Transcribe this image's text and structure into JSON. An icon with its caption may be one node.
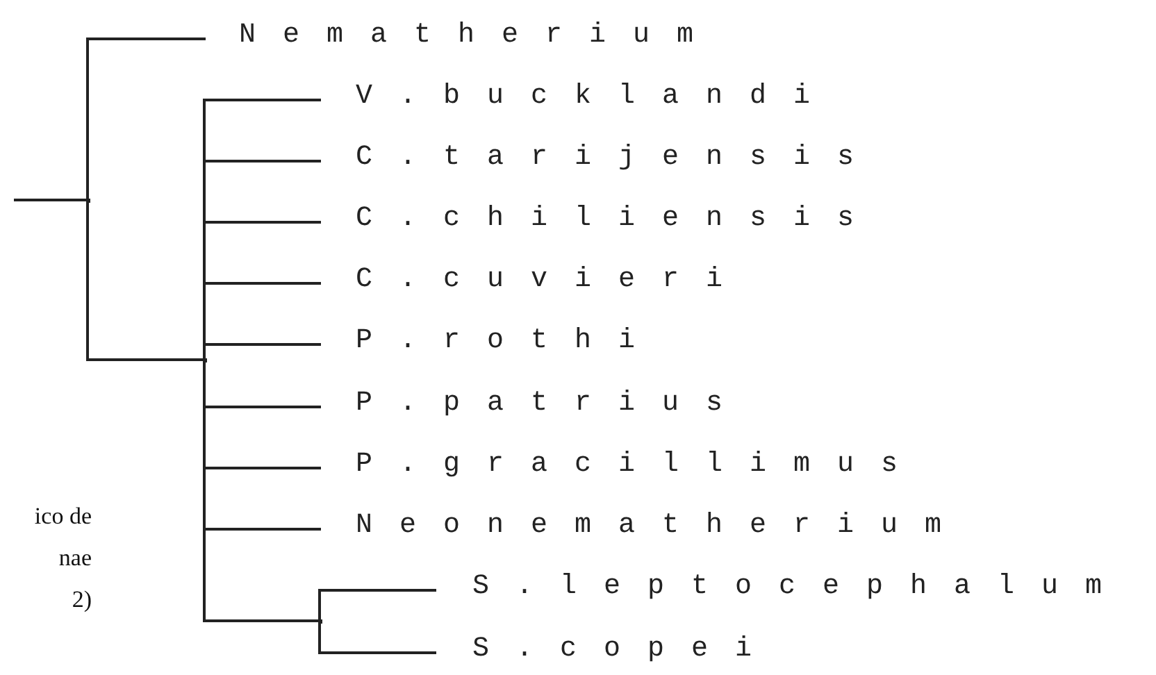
{
  "diagram": {
    "nodes": [
      {
        "text": [],
        "shape": "point"
      },
      {
        "text": [
          "Nematherium"
        ]
      },
      {
        "text": [],
        "shape": "point"
      },
      {
        "text": [
          "V.bucklandi"
        ]
      },
      {
        "text": [
          "C.tarijensis"
        ]
      },
      {
        "text": [
          "C.chiliensis"
        ]
      },
      {
        "text": [
          "C.cuvieri"
        ]
      },
      {
        "text": [
          "P.rothi"
        ]
      },
      {
        "text": [
          "P.patrius"
        ]
      },
      {
        "text": [
          "P.gracillimus"
        ]
      },
      {
        "text": [
          "Neonematherium"
        ]
      },
      {
        "text": [],
        "shape": "point"
      },
      {
        "text": [
          "S.leptocephalum"
        ]
      },
      {
        "text": [
          "S.copei"
        ]
      }
    ],
    "edges": [
      {
        "from": null,
        "to": 0,
        "arrow": "none"
      },
      {
        "from": 0,
        "to": 1,
        "arrow": "none"
      },
      {
        "from": 0,
        "to": 2,
        "arrow": "none"
      },
      {
        "from": 2,
        "to": 3,
        "arrow": "none"
      },
      {
        "from": 2,
        "to": 4,
        "arrow": "none"
      },
      {
        "from": 2,
        "to": 5,
        "arrow": "none"
      },
      {
        "from": 2,
        "to": 6,
        "arrow": "none"
      },
      {
        "from": 2,
        "to": 7,
        "arrow": "none"
      },
      {
        "from": 2,
        "to": 8,
        "arrow": "none"
      },
      {
        "from": 2,
        "to": 9,
        "arrow": "none"
      },
      {
        "from": 2,
        "to": 10,
        "arrow": "none"
      },
      {
        "from": 2,
        "to": 11,
        "arrow": "none"
      },
      {
        "from": 11,
        "to": 12,
        "arrow": "none"
      },
      {
        "from": 11,
        "to": 13,
        "arrow": "none"
      }
    ],
    "labels": [
      "ico de",
      "nae",
      "2)"
    ]
  }
}
